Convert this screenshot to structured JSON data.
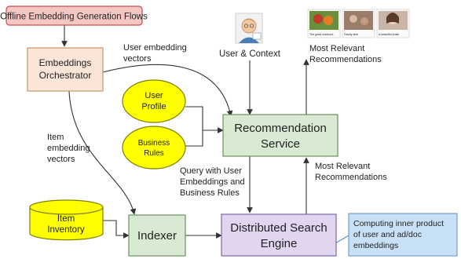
{
  "nodes": {
    "offline_flows": "Offline Embedding Generation Flows",
    "orchestrator": [
      "Embeddings",
      "Orchestrator"
    ],
    "user_profile": [
      "User",
      "Profile"
    ],
    "business_rules": [
      "Business",
      "Rules"
    ],
    "recommendation_service": [
      "Recommendation",
      "Service"
    ],
    "item_inventory": [
      "Item",
      "Inventory"
    ],
    "indexer": "Indexer",
    "search_engine": [
      "Distributed Search",
      "Engine"
    ],
    "user_context": "User & Context",
    "note": [
      "Computing inner product",
      "of user and ad/doc",
      "embeddings"
    ]
  },
  "edge_labels": {
    "user_embedding": [
      "User embedding",
      "vectors"
    ],
    "item_embedding": [
      "Item",
      "embedding",
      "vectors"
    ],
    "query": [
      "Query with User",
      "Embeddings and",
      "Business Rules"
    ],
    "most_relevant_top": [
      "Most Relevant",
      "Recommendations"
    ],
    "most_relevant_mid": [
      "Most Relevant",
      "Recommendations"
    ]
  },
  "thumbnails": [
    {
      "caption": "The great outdoors"
    },
    {
      "caption": "Family time"
    },
    {
      "caption": "A beautiful smile"
    }
  ],
  "colors": {
    "offline_fill": "#f4c7c3",
    "offline_stroke": "#c0504d",
    "orchestrator_fill": "#fbe5d6",
    "orchestrator_stroke": "#c5956b",
    "service_fill": "#d9ead3",
    "service_stroke": "#6a8f5c",
    "yellow_fill": "#ffff00",
    "yellow_stroke": "#7f7f00",
    "search_fill": "#e1d5f0",
    "search_stroke": "#7a68a6",
    "note_fill": "#c9e1f7",
    "note_stroke": "#5b8fc4",
    "line": "#333333"
  }
}
